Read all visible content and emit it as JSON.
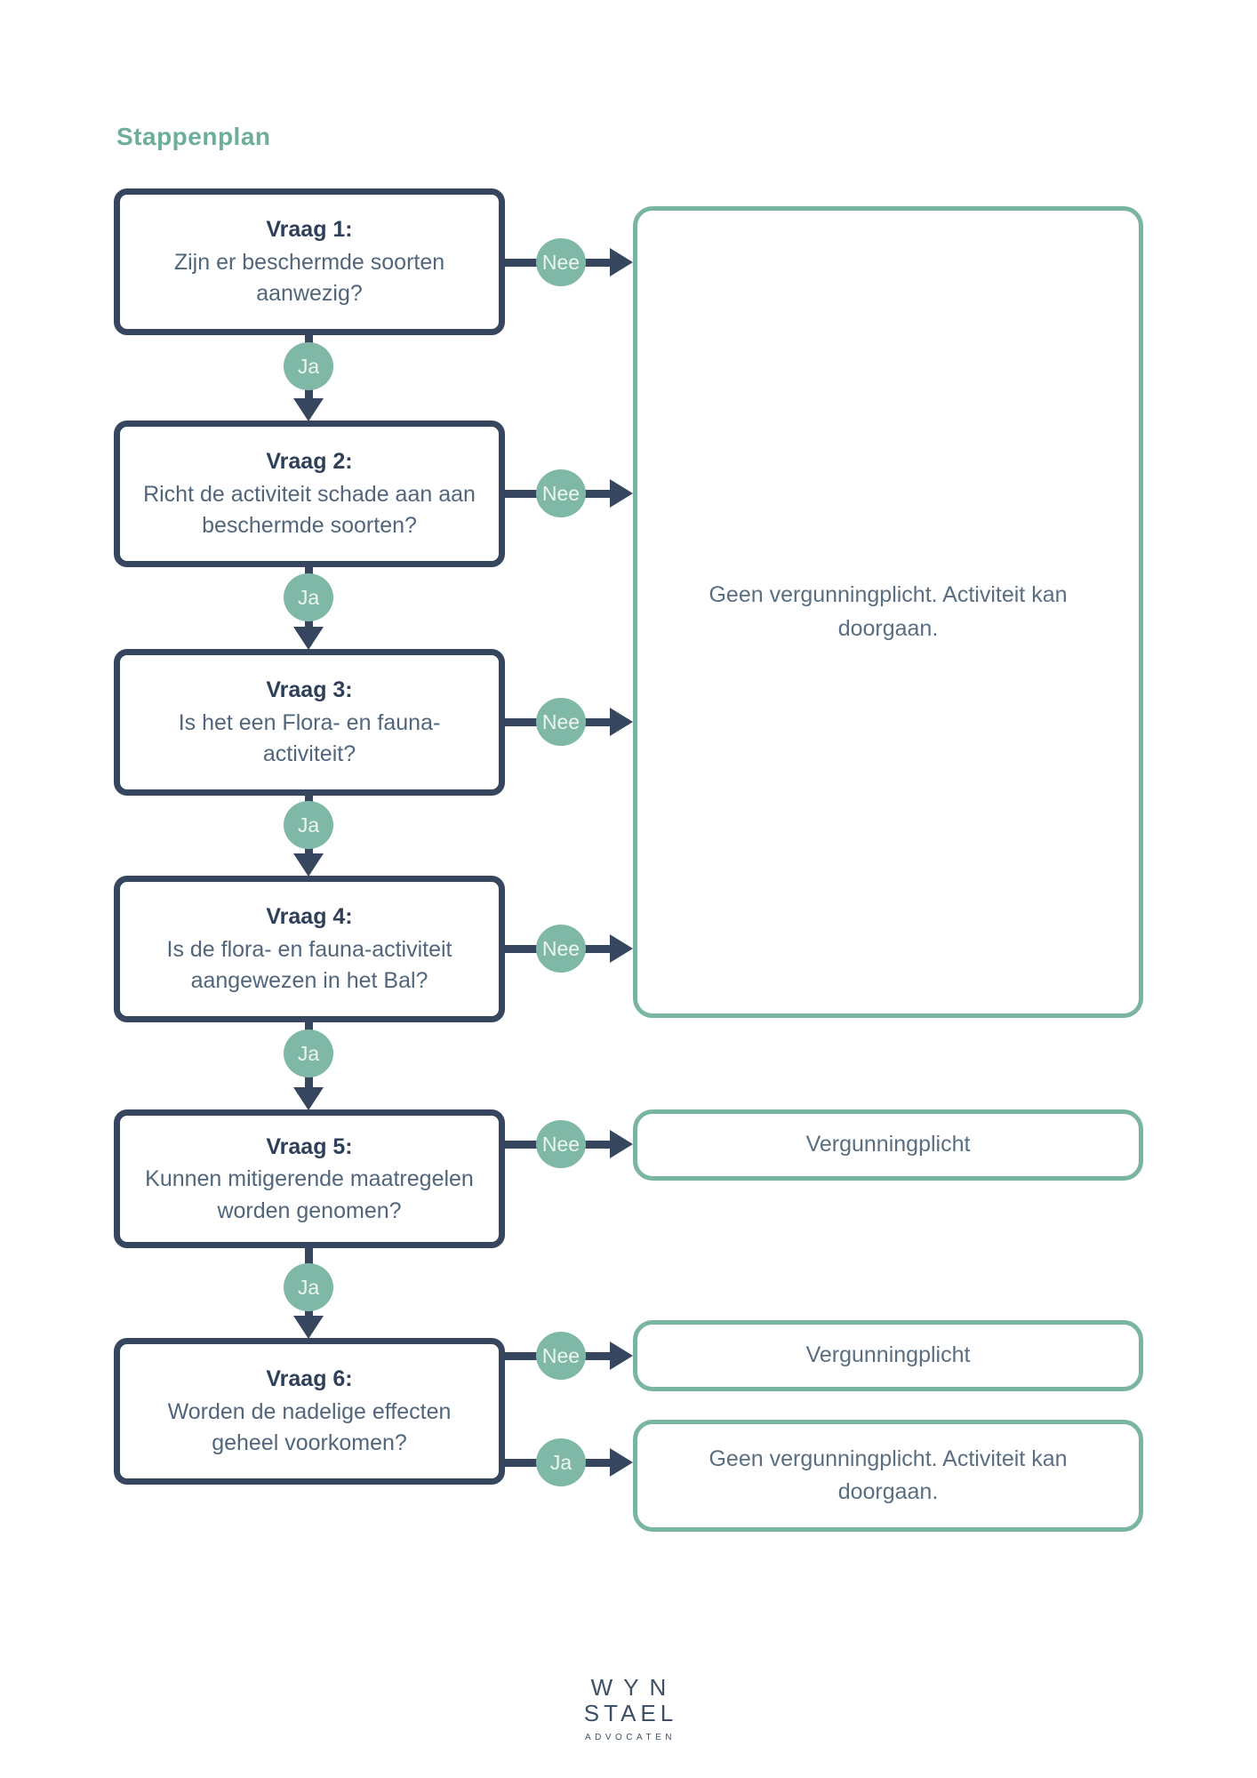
{
  "title": "Stappenplan",
  "labels": {
    "yes": "Ja",
    "no": "Nee"
  },
  "questions": [
    {
      "heading": "Vraag 1:",
      "text": "Zijn er beschermde soorten\naanwezig?"
    },
    {
      "heading": "Vraag 2:",
      "text": "Richt de activiteit schade aan aan\nbeschermde soorten?"
    },
    {
      "heading": "Vraag 3:",
      "text": "Is het een Flora- en fauna-\nactiviteit?"
    },
    {
      "heading": "Vraag 4:",
      "text": "Is de flora- en fauna-activiteit\naangewezen in het Bal?"
    },
    {
      "heading": "Vraag 5:",
      "text": "Kunnen mitigerende maatregelen\nworden genomen?"
    },
    {
      "heading": "Vraag 6:",
      "text": "Worden de nadelige effecten\ngeheel voorkomen?"
    }
  ],
  "outcomes": {
    "geen": "Geen vergunningplicht. Activiteit kan\ndoorgaan.",
    "vergunningplicht": "Vergunningplicht"
  },
  "colors": {
    "navy": "#35465e",
    "teal_border": "#7ab4a2",
    "teal_circle": "#7fb8a7",
    "title_teal": "#6cae9b",
    "body_text": "#51667c"
  },
  "logo": {
    "line1": "WYN",
    "line2": "STAEL",
    "line3": "ADVOCATEN"
  }
}
